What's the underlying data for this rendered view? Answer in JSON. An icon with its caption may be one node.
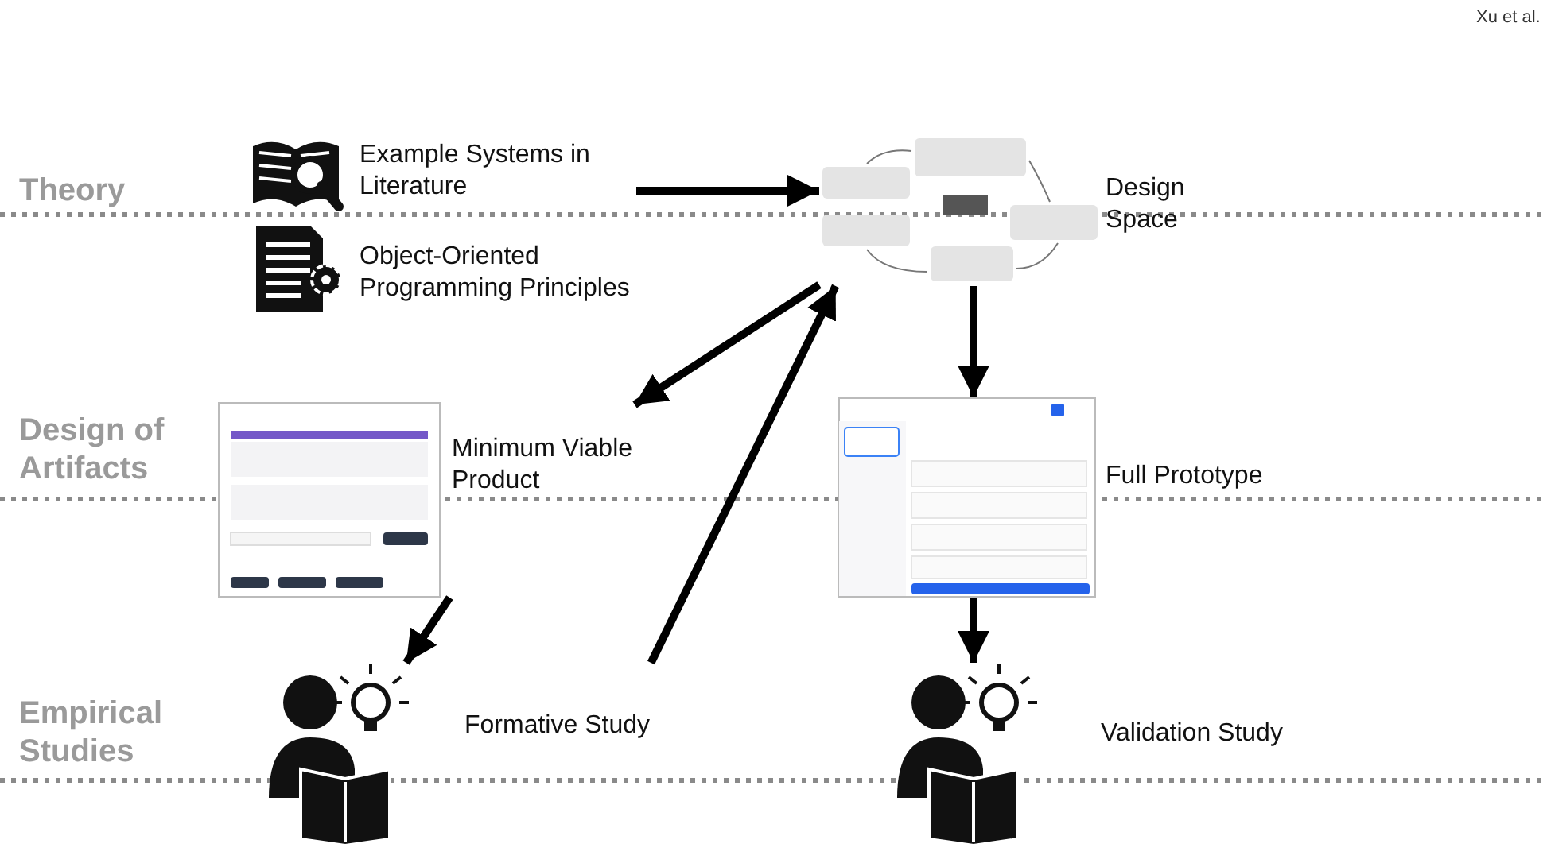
{
  "diagram": {
    "nodes": [
      {
        "text": [
          "Example Systems in Literature"
        ]
      },
      {
        "text": [
          "Object-Oriented Programming Principles"
        ]
      },
      {
        "text": [
          "Design Space"
        ]
      },
      {
        "text": [
          "Minimum Viable Product"
        ]
      },
      {
        "text": [
          "Full Prototype"
        ]
      },
      {
        "text": [
          "Formative Study"
        ]
      },
      {
        "text": [
          "Validation Study"
        ]
      }
    ],
    "edges": [
      {
        "from": 0,
        "to": 2,
        "arrow": "to"
      },
      {
        "from": 2,
        "to": 3,
        "arrow": "to"
      },
      {
        "from": 5,
        "to": 2,
        "arrow": "to"
      },
      {
        "from": 3,
        "to": 5,
        "arrow": "to"
      },
      {
        "from": 2,
        "to": 4,
        "arrow": "to"
      },
      {
        "from": 4,
        "to": 6,
        "arrow": "to"
      }
    ],
    "labels": [
      "Xu et al.",
      "Theory",
      "Design of Artifacts",
      "Empirical Studies"
    ]
  }
}
